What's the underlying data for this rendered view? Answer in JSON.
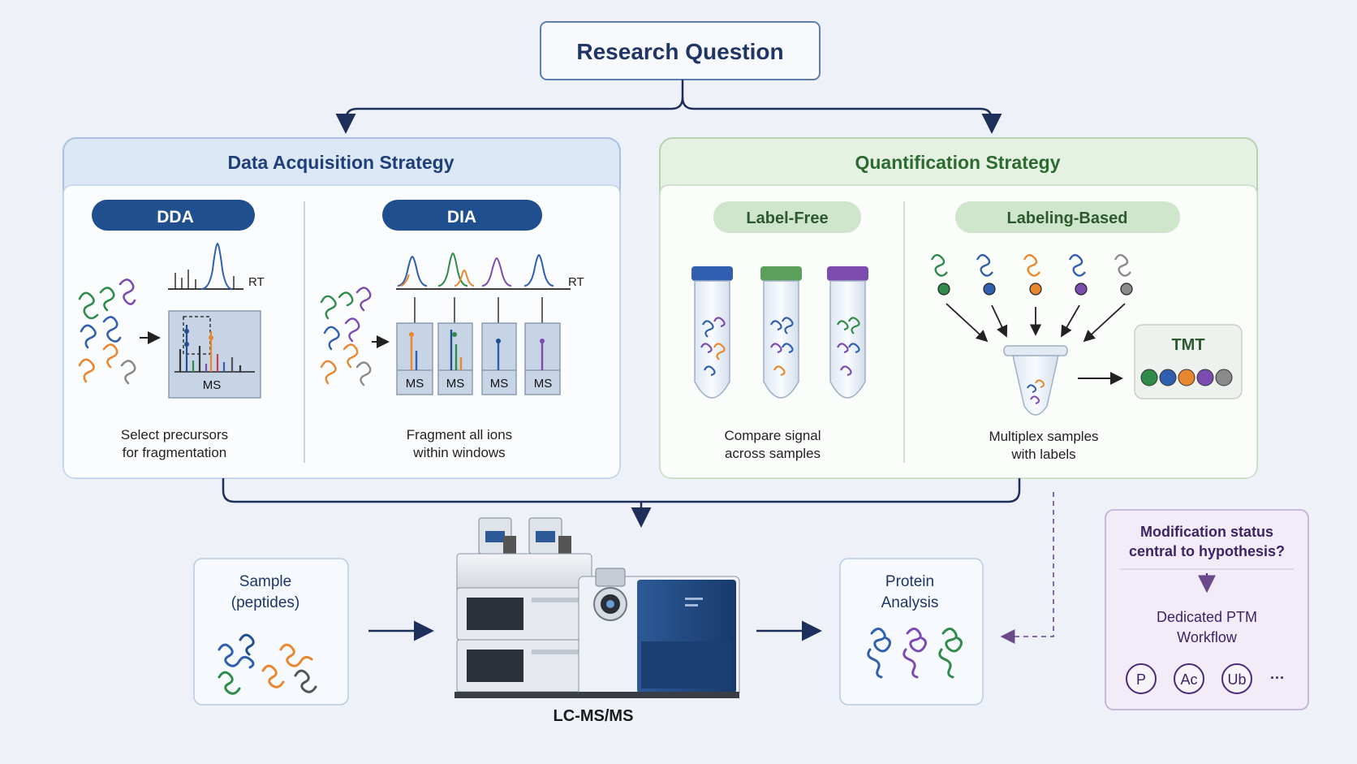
{
  "title": "Research Question",
  "acquisition": {
    "heading": "Data Acquisition Strategy",
    "dda": {
      "label": "DDA",
      "rt": "RT",
      "ms": "MS",
      "caption_line1": "Select precursors",
      "caption_line2": "for fragmentation"
    },
    "dia": {
      "label": "DIA",
      "rt": "RT",
      "ms": [
        "MS",
        "MS",
        "MS",
        "MS"
      ],
      "caption_line1": "Fragment all ions",
      "caption_line2": "within windows"
    }
  },
  "quantification": {
    "heading": "Quantification Strategy",
    "label_free": {
      "label": "Label-Free",
      "caption_line1": "Compare signal",
      "caption_line2": "across samples"
    },
    "labeling": {
      "label": "Labeling-Based",
      "tmt": "TMT",
      "caption_line1": "Multiplex samples",
      "caption_line2": "with labels"
    }
  },
  "sample": {
    "line1": "Sample",
    "line2": "(peptides)"
  },
  "instrument": {
    "label": "LC-MS/MS"
  },
  "protein": {
    "line1": "Protein",
    "line2": "Analysis"
  },
  "ptm": {
    "question_line1": "Modification status",
    "question_line2": "central to hypothesis?",
    "workflow_line1": "Dedicated PTM",
    "workflow_line2": "Workflow",
    "mods": [
      "P",
      "Ac",
      "Ub"
    ],
    "more": "···"
  },
  "colors": {
    "blue_dark": "#1f4f8f",
    "green_dark": "#2c6b2f",
    "purple_dark": "#4b2a7a",
    "navy": "#1e2f5c",
    "label_green": "#cfe6cc",
    "tag_colors": [
      "#2e8b4a",
      "#2f5fae",
      "#e8872e",
      "#7b4bb0",
      "#8a8a8a"
    ]
  }
}
